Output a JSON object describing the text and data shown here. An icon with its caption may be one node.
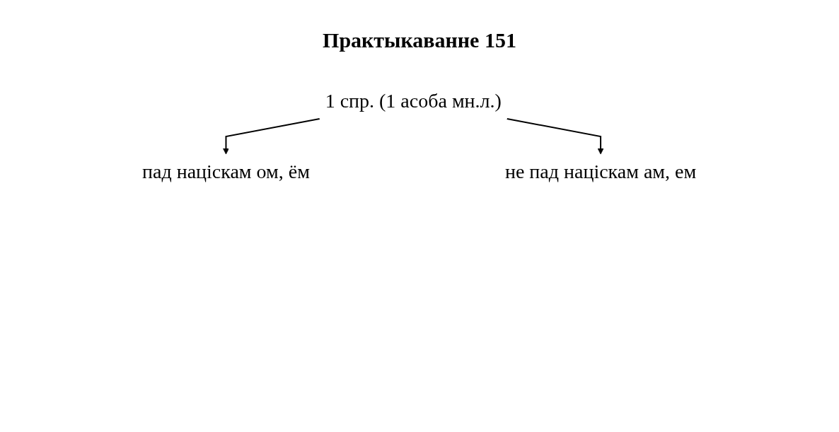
{
  "diagram": {
    "title": "Практыкаванне 151",
    "nodes": [
      {
        "text": [
          "1 спр. (1 асоба мн.л.)"
        ]
      },
      {
        "text": [
          "пад націскам ом, ём"
        ]
      },
      {
        "text": [
          "не пад націскам ам, ем"
        ]
      }
    ],
    "edges": [
      {
        "from": 0,
        "to": 1,
        "arrow": "to"
      },
      {
        "from": 0,
        "to": 2,
        "arrow": "to"
      }
    ]
  }
}
